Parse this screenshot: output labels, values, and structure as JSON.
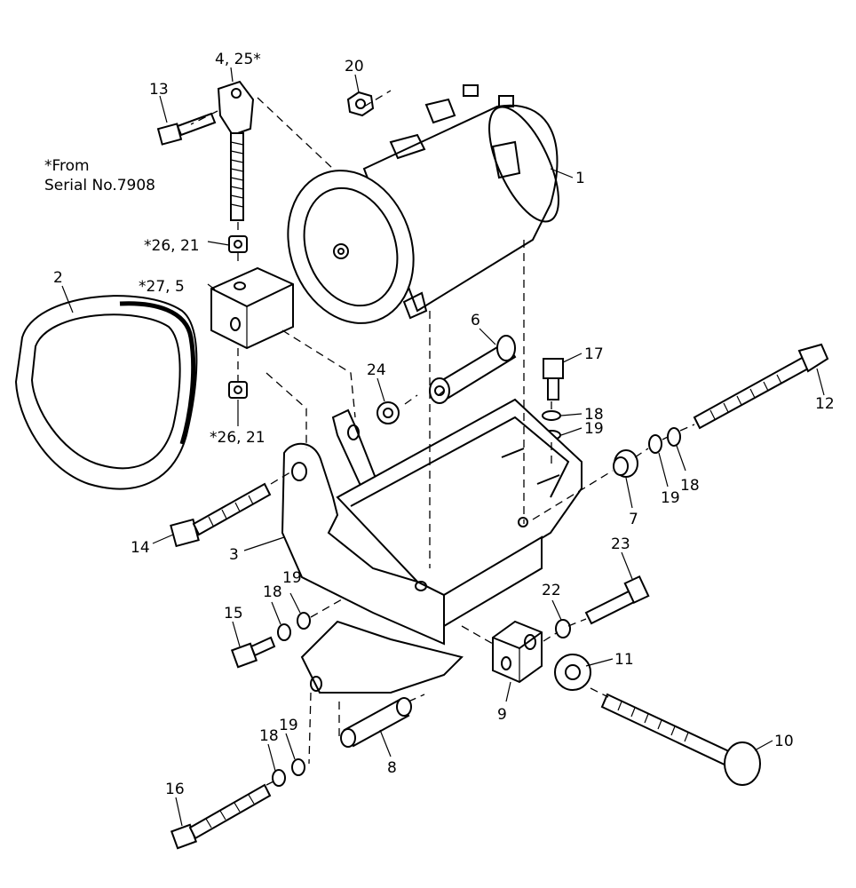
{
  "note": {
    "line1": "*From",
    "line2": "Serial No.7908"
  },
  "labels": {
    "l1": "1",
    "l2": "2",
    "l3": "3",
    "l4_25": "4, 25*",
    "l6": "6",
    "l7": "7",
    "l8": "8",
    "l9": "9",
    "l10": "10",
    "l11": "11",
    "l12": "12",
    "l13": "13",
    "l14": "14",
    "l15": "15",
    "l16": "16",
    "l17": "17",
    "l18a": "18",
    "l18b": "18",
    "l18c": "18",
    "l18d": "18",
    "l19a": "19",
    "l19b": "19",
    "l19c": "19",
    "l19d": "19",
    "l20": "20",
    "l22": "22",
    "l23": "23",
    "l24": "24",
    "l26_21a": "*26, 21",
    "l26_21b": "*26, 21",
    "l27_5": "*27, 5"
  }
}
